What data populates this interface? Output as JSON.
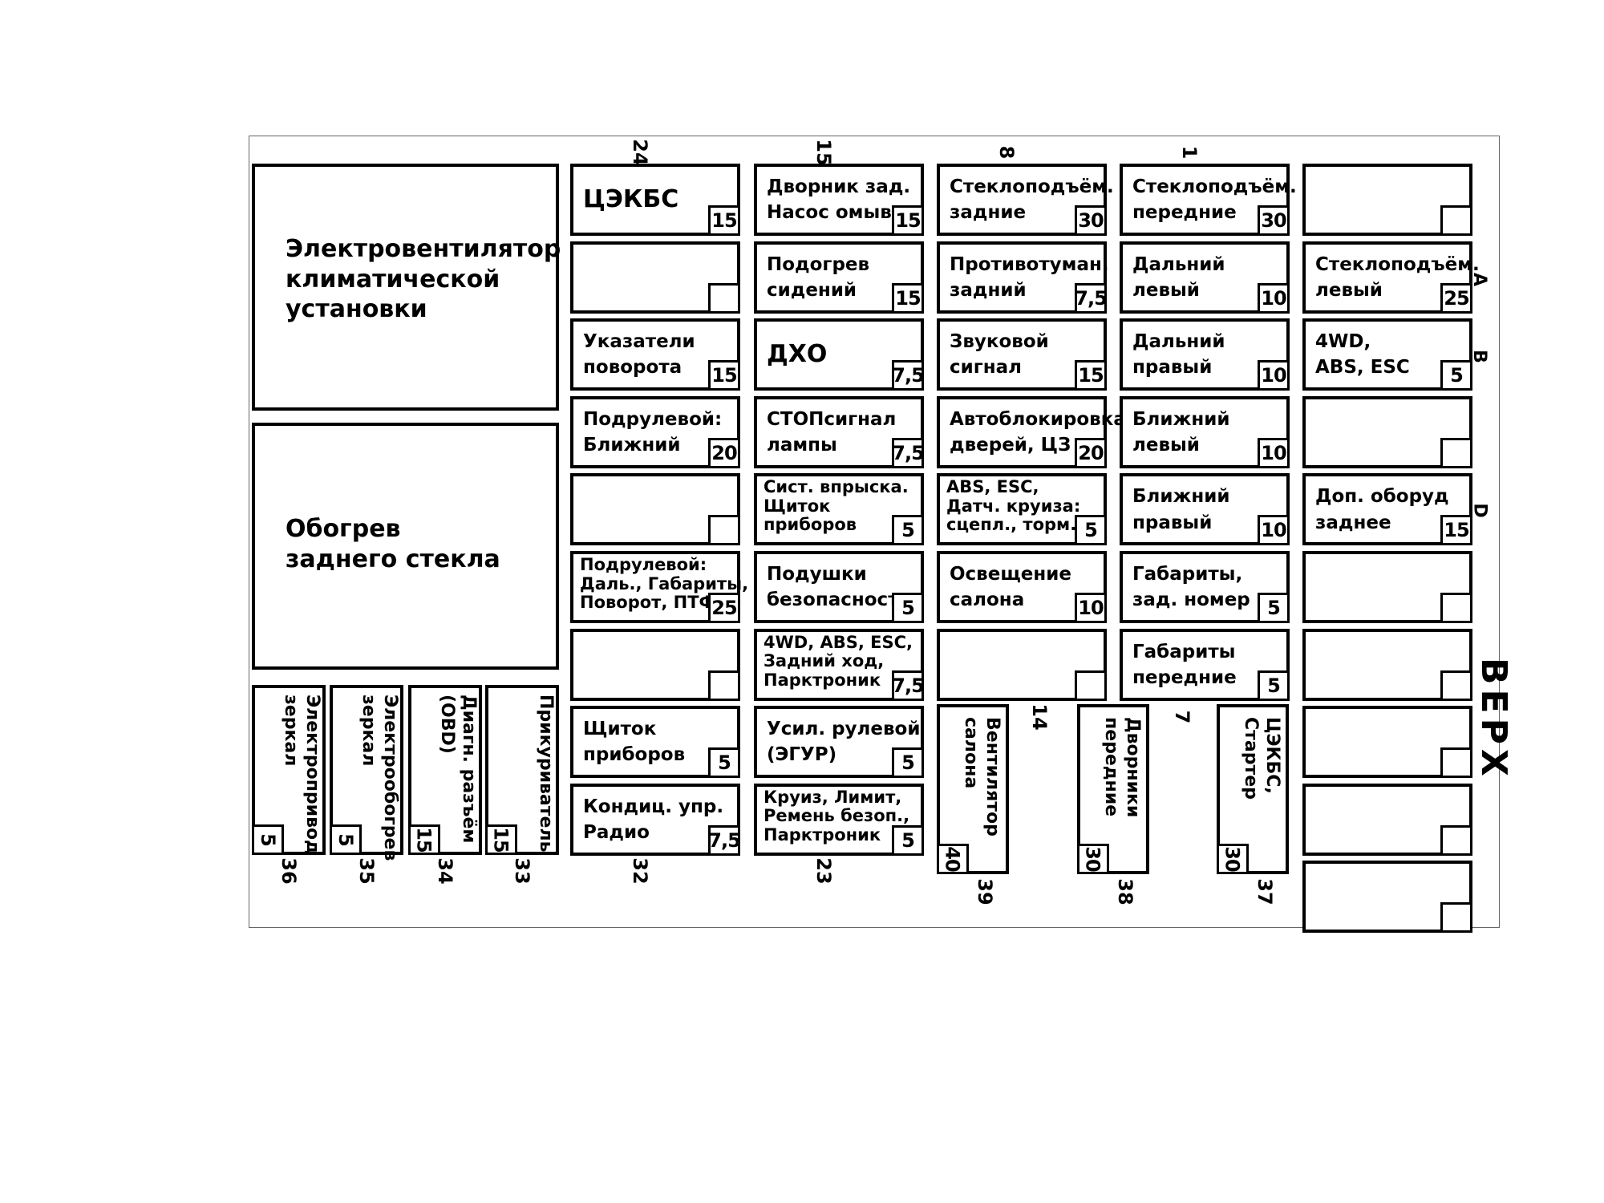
{
  "big_blocks": [
    {
      "id": "fan",
      "label": "Электровентилятор\nклиматической\nустановки"
    },
    {
      "id": "rear-heat",
      "label": "Обогрев\nзаднего стекла"
    }
  ],
  "col1": [
    {
      "label": "ЦЭКБС",
      "rating": "15",
      "big": true
    },
    {
      "label": "",
      "rating": ""
    },
    {
      "label": "Указатели\nповорота",
      "rating": "15"
    },
    {
      "label": "Подрулевой:\nБлижний",
      "rating": "20"
    },
    {
      "label": "",
      "rating": ""
    },
    {
      "label": "Подрулевой:\nДаль., Габариты,\nПоворот, ПТФ",
      "rating": "25",
      "small": true
    },
    {
      "label": "",
      "rating": ""
    },
    {
      "label": "Щиток\nприборов",
      "rating": "5"
    },
    {
      "label": "Кондиц. упр.\nРадио",
      "rating": "7,5"
    }
  ],
  "col2": [
    {
      "label": "Дворник зад.\nНасос омыв.",
      "rating": "15"
    },
    {
      "label": "Подогрев\nсидений",
      "rating": "15"
    },
    {
      "label": "ДХО",
      "rating": "7,5",
      "big": true
    },
    {
      "label": "СТОПсигнал\nлампы",
      "rating": "7,5"
    },
    {
      "label": "Сист. впрыска.\nЩиток\nприборов",
      "rating": "5",
      "small": true
    },
    {
      "label": "Подушки\nбезопасности",
      "rating": "5"
    },
    {
      "label": "4WD, ABS, ESC,\nЗадний ход,\nПарктроник",
      "rating": "7,5",
      "small": true
    },
    {
      "label": "Усил. рулевой\n(ЭГУР)",
      "rating": "5"
    },
    {
      "label": "Круиз, Лимит,\nРемень безоп.,\nПарктроник",
      "rating": "5",
      "small": true
    }
  ],
  "col3": [
    {
      "label": "Стеклоподъём.\nзадние",
      "rating": "30"
    },
    {
      "label": "Противотуман.\nзадний",
      "rating": "7,5"
    },
    {
      "label": "Звуковой\nсигнал",
      "rating": "15"
    },
    {
      "label": "Автоблокировка\nдверей, ЦЗ",
      "rating": "20"
    },
    {
      "label": "ABS, ESC,\nДатч. круиза:\nсцепл., торм.",
      "rating": "5",
      "small": true
    },
    {
      "label": "Освещение\nсалона",
      "rating": "10"
    },
    {
      "label": "",
      "rating": ""
    }
  ],
  "col4": [
    {
      "label": "Стеклоподъём.\nпередние",
      "rating": "30"
    },
    {
      "label": "Дальний\nлевый",
      "rating": "10"
    },
    {
      "label": "Дальний\nправый",
      "rating": "10"
    },
    {
      "label": "Ближний\nлевый",
      "rating": "10"
    },
    {
      "label": "Ближний\nправый",
      "rating": "10"
    },
    {
      "label": "Габариты,\nзад. номер",
      "rating": "5"
    },
    {
      "label": "Габариты\nпередние",
      "rating": "5"
    }
  ],
  "col5": [
    {
      "label": "",
      "rating": ""
    },
    {
      "label": "Стеклоподъём.\nлевый",
      "rating": "25"
    },
    {
      "label": "4WD,\nABS, ESC",
      "rating": "5"
    },
    {
      "label": "",
      "rating": ""
    },
    {
      "label": "Доп. оборуд\nзаднее",
      "rating": "15"
    },
    {
      "label": "",
      "rating": ""
    },
    {
      "label": "",
      "rating": ""
    },
    {
      "label": "",
      "rating": ""
    },
    {
      "label": "",
      "rating": ""
    },
    {
      "label": "",
      "rating": ""
    }
  ],
  "bottom_small": [
    {
      "label": "Электропривод\nзеркал",
      "rating": "5",
      "num": "36"
    },
    {
      "label": "Электрообогрев\nзеркал",
      "rating": "5",
      "num": "35"
    },
    {
      "label": "Диагн. разъём\n(OBD)",
      "rating": "15",
      "num": "34"
    },
    {
      "label": "Прикуриватель",
      "rating": "15",
      "num": "33"
    }
  ],
  "relays": [
    {
      "label": "Вентилятор\nсалона",
      "rating": "40",
      "num": "39"
    },
    {
      "label": "Дворники\nпередние",
      "rating": "30",
      "num": "38"
    },
    {
      "label": "ЦЭКБС,\nСтартер",
      "rating": "30",
      "num": "37"
    }
  ],
  "numbers": {
    "top": [
      "24",
      "15",
      "8",
      "1"
    ],
    "bottom": [
      "32",
      "23"
    ],
    "mid": [
      "14",
      "7"
    ]
  },
  "side_letters": [
    "A",
    "B",
    "D"
  ],
  "verh": "ВЕРХ"
}
